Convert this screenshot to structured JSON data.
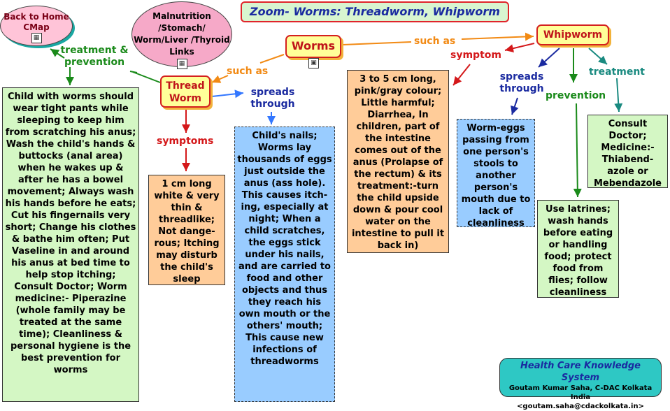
{
  "title": "Zoom- Worms: Threadworm, Whipworm",
  "back_link": {
    "label": "Back to Home CMap",
    "icon": "concept-map-icon"
  },
  "malnutrition_link": {
    "label": "Malnutrition /Stomach/ Worm/Liver /Thyroid Links",
    "icon": "concept-map-icon"
  },
  "center": {
    "label": "Worms",
    "icon": "image-icon"
  },
  "thread": {
    "label": "Thread Worm"
  },
  "whip": {
    "label": "Whipworm"
  },
  "links": {
    "treatment_prevention": "treatment & prevention",
    "such_as_left": "such as",
    "such_as_right": "such as",
    "spreads_left": "spreads through",
    "symptoms_left": "symptoms",
    "symptom_right": "symptom",
    "spreads_right": "spreads through",
    "prevention_right": "prevention",
    "treatment_right": "treatment"
  },
  "boxes": {
    "thread_treatment": "Child with worms should wear tight pants while sleeping to keep him from scratching his anus; Wash the child's hands & buttocks (anal area) when he wakes up & after he has a bowel movement; Always wash his hands before he eats; Cut his fingernails very short; Change his clothes & bathe him often; Put Vaseline in and around his anus at bed time to help stop itching; Consult Doctor; Worm medicine:- Piperazine (whole family may be treated at the same time); Cleanliness & personal hygiene is the best prevention for worms",
    "thread_symptoms": "1 cm long white & very thin & threadlike; Not dange-rous; Itching may disturb the child's sleep",
    "thread_spread": "Child's nails; Worms lay thousands of eggs just outside the anus (ass hole). This causes itch-ing, especially at night; When a child scratches, the eggs stick under his nails, and are carried to food and other objects and thus they reach his own mouth or the others' mouth; This cause new infections of threadworms",
    "whip_symptom": "3 to 5 cm long, pink/gray colour; Little harmful; Diarrhea, In children, part of the intestine comes out of the anus (Prolapse of the rectum) & its treatment:-turn the child upside down & pour cool water on the intestine to pull it back in)",
    "whip_spread": "Worm-eggs passing from one person's stools to another person's mouth due to lack of cleanliness",
    "whip_prevention": "Use latrines; wash hands before eating or handling food; protect food from flies; follow cleanliness",
    "whip_treatment": "Consult Doctor; Medicine:-Thiabend-azole or Mebendazole"
  },
  "footer": {
    "title": "Health Care Knowledge System",
    "author": "Goutam Kumar Saha, C-DAC Kolkata India",
    "email": "<goutam.saha@cdackolkata.in>"
  },
  "colors": {
    "green_link": "#1a8a1a",
    "orange_link": "#f28a14",
    "red_link": "#d4181a",
    "blue_link": "#1a2aa0",
    "teal_link": "#1a8a80",
    "green_box": "#d4f7c4",
    "orange_box": "#ffcc99",
    "blue_box": "#99ccff",
    "yellow_node": "#ffff99"
  }
}
